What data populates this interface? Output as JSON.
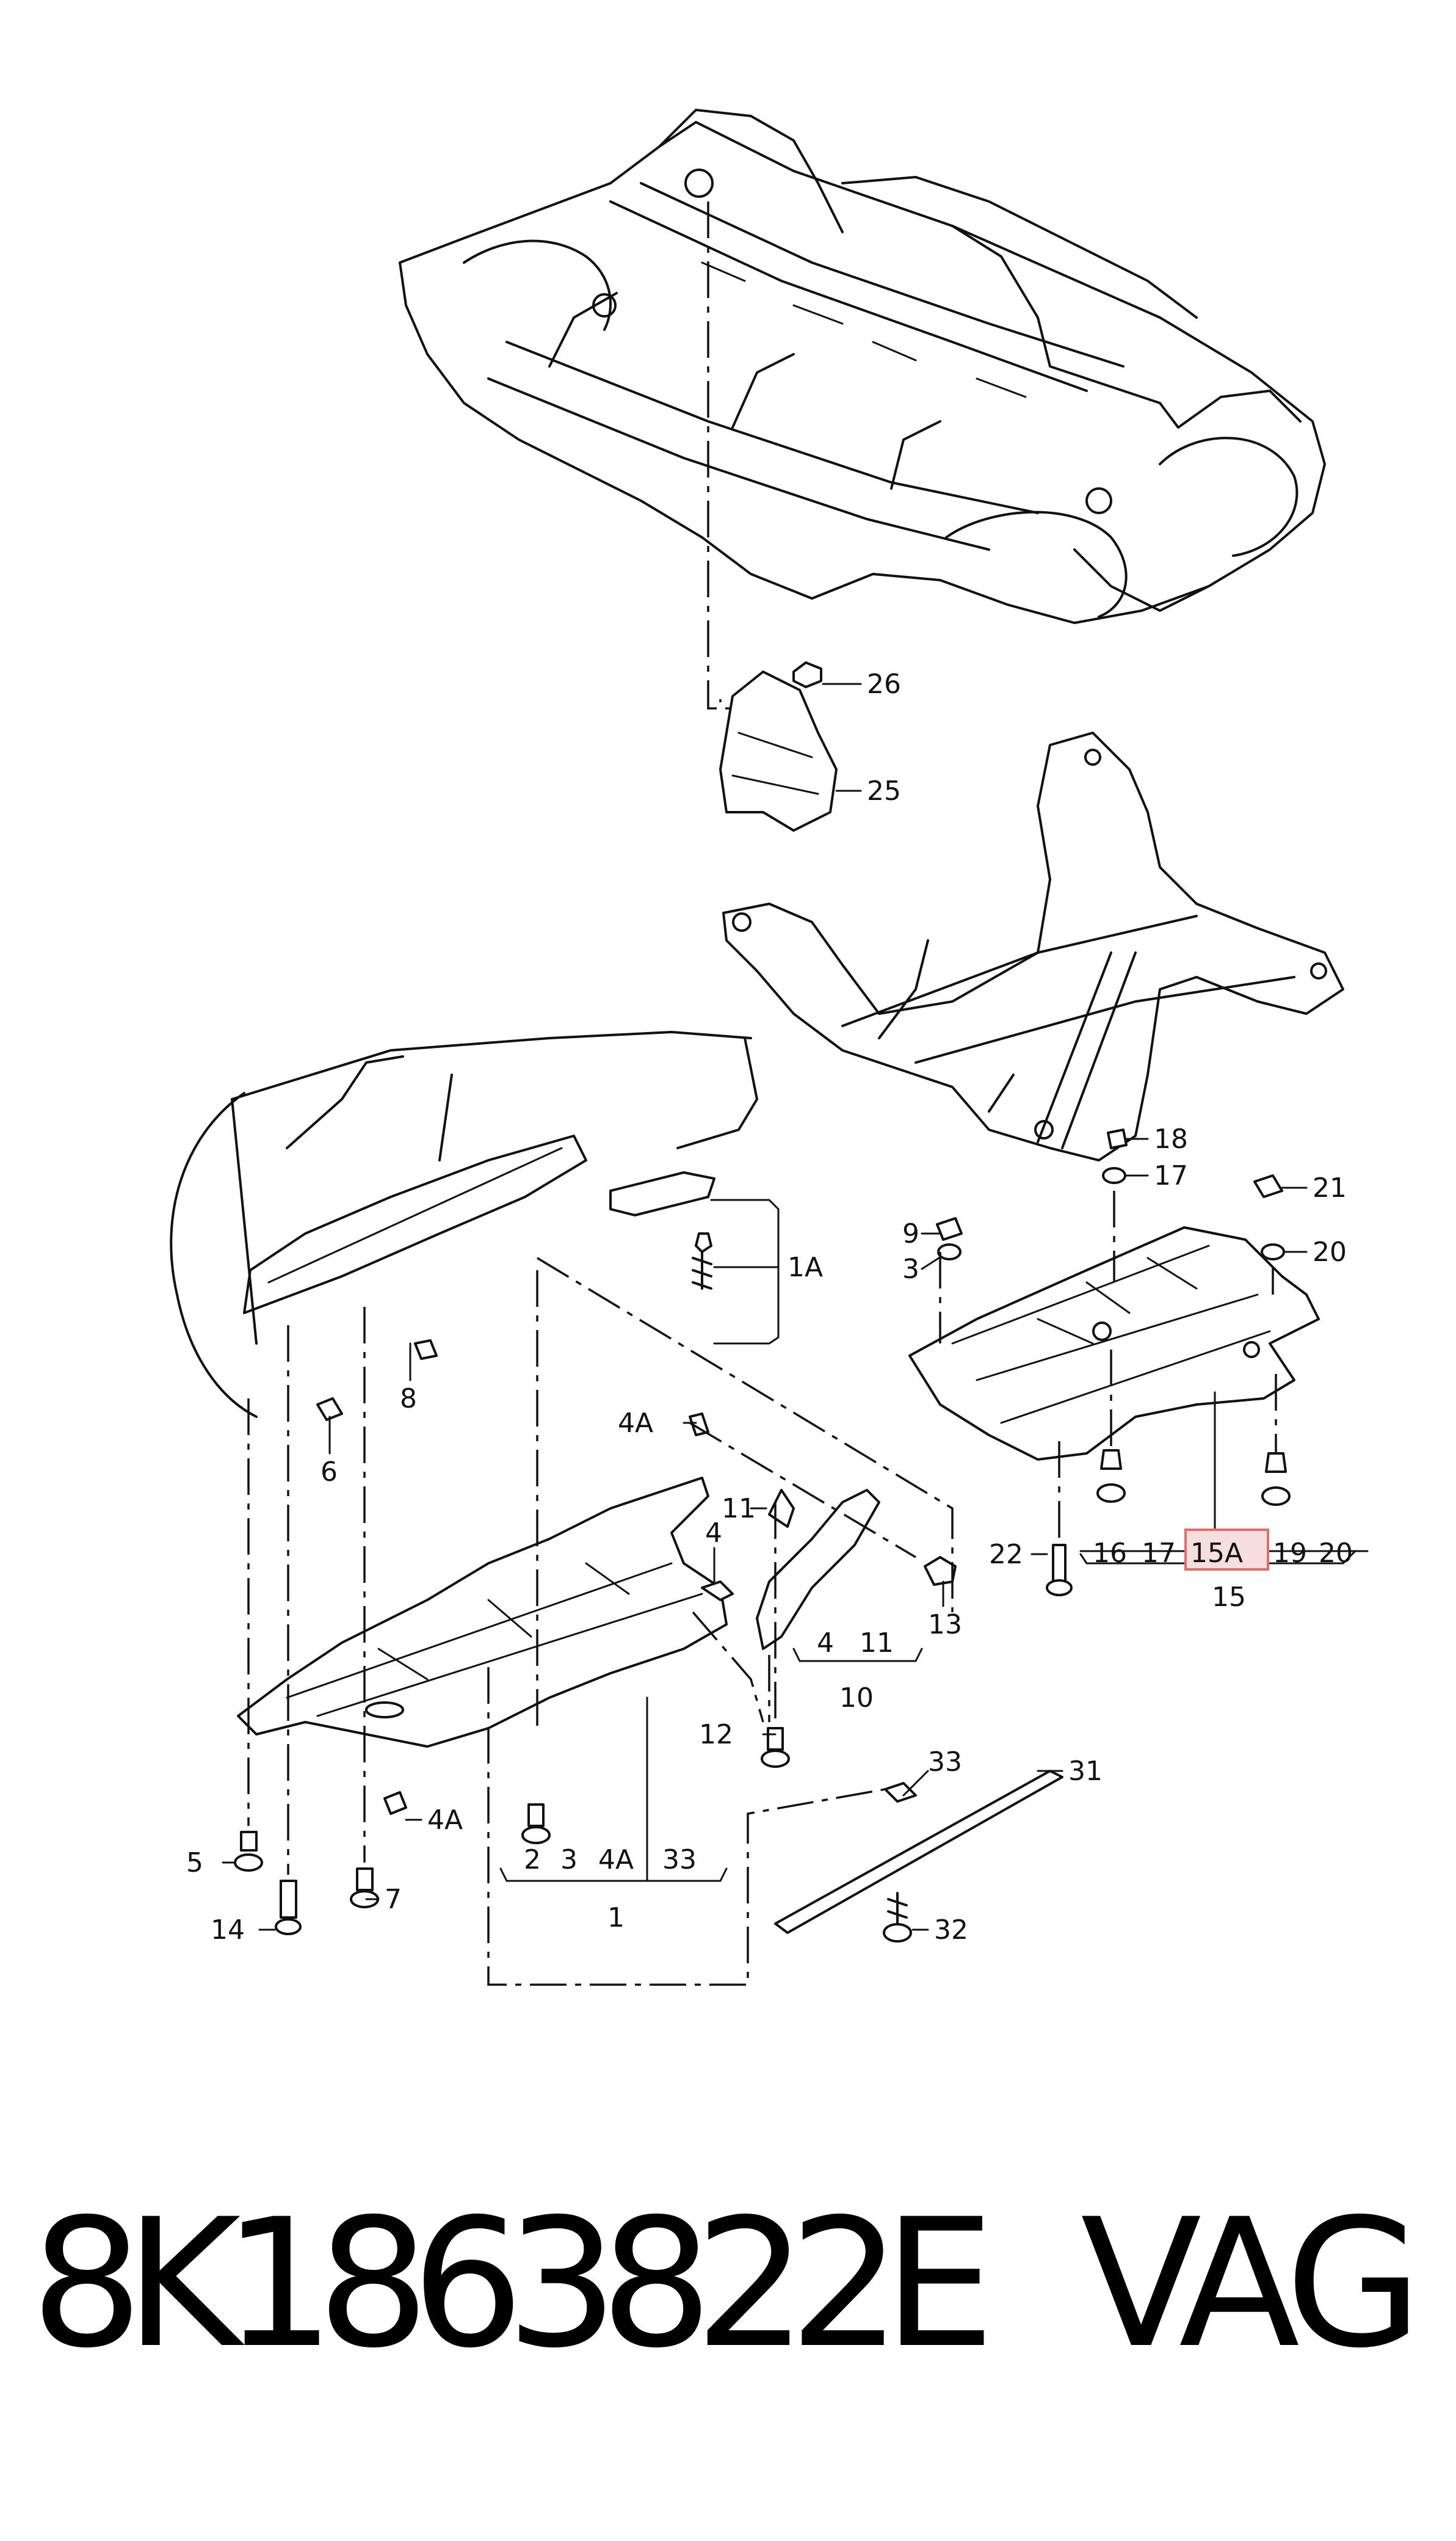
{
  "labels": {
    "l26": "26",
    "l25": "25",
    "l18": "18",
    "l17": "17",
    "l21": "21",
    "l20": "20",
    "l9": "9",
    "l3": "3",
    "l1A": "1A",
    "l8": "8",
    "l6": "6",
    "l4A_top": "4A",
    "l11": "11",
    "l4": "4",
    "l13": "13",
    "l22": "22",
    "g15_16": "16",
    "g15_17": "17",
    "g15_15A": "15A",
    "g15_19": "19",
    "g15_20": "20",
    "g15": "15",
    "g10_4": "4",
    "g10_11": "11",
    "g10": "10",
    "l12": "12",
    "l33_top": "33",
    "l31": "31",
    "l4A_bottom": "4A",
    "l5": "5",
    "l7": "7",
    "l14": "14",
    "l32": "32",
    "g1_2": "2",
    "g1_3": "3",
    "g1_4A": "4A",
    "g1_33": "33",
    "g1": "1"
  },
  "part_number": "8K1863822E",
  "brand": "VAG",
  "colors": {
    "highlight_fill": "#f6dede",
    "highlight_stroke": "#e06c6c",
    "line": "#111111"
  }
}
